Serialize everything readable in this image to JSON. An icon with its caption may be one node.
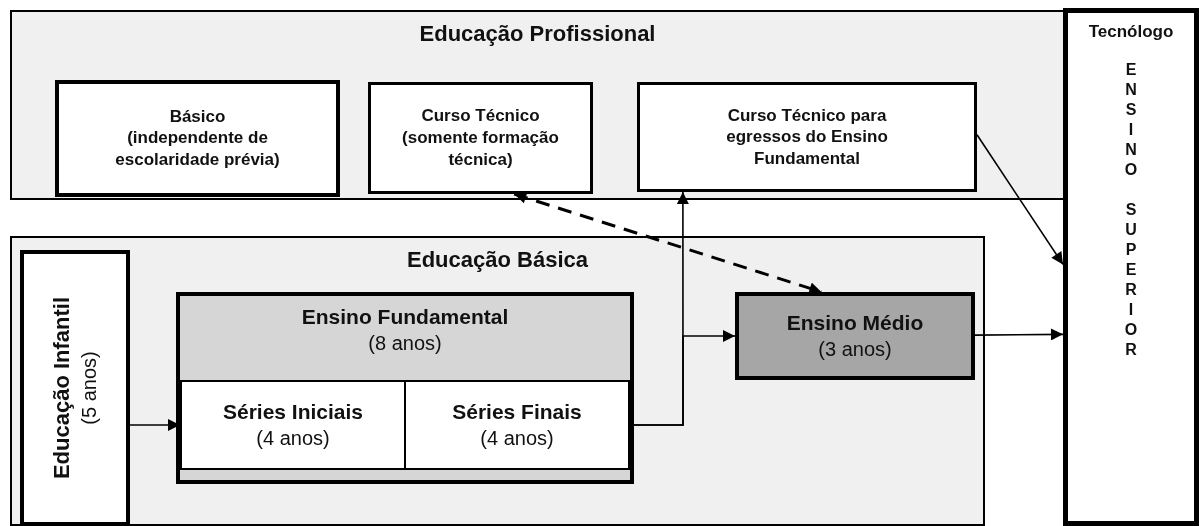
{
  "diagram": {
    "nodes": [
      {
        "text": [
          "Educação Profissional"
        ]
      },
      {
        "text": [
          "Básico",
          "(independente de escolaridade prévia)"
        ],
        "in": 0
      },
      {
        "text": [
          "Curso Técnico",
          "(somente formação técnica)"
        ],
        "in": 0
      },
      {
        "text": [
          "Curso Técnico para egressos do Ensino Fundamental"
        ],
        "in": 0
      },
      {
        "text": [
          "Tecnólogo",
          "ENSINO SUPERIOR"
        ]
      },
      {
        "text": [
          "Educação Básica"
        ]
      },
      {
        "text": [
          "Educação Infantil",
          "(5 anos)"
        ],
        "in": 5
      },
      {
        "text": [
          "Ensino Fundamental",
          "(8 anos)"
        ],
        "in": 5
      },
      {
        "text": [
          "Séries Iniciais",
          "(4 anos)"
        ],
        "in": 7
      },
      {
        "text": [
          "Séries Finais",
          "(4 anos)"
        ],
        "in": 7
      },
      {
        "text": [
          "Ensino Médio",
          "(3 anos)"
        ],
        "in": 5
      }
    ],
    "edges": [
      {
        "from": 6,
        "to": 8,
        "arrow": "to"
      },
      {
        "from": 9,
        "to": 10,
        "arrow": "to"
      },
      {
        "from": 9,
        "to": 3,
        "arrow": "to"
      },
      {
        "from": 2,
        "to": 10,
        "arrow": "both",
        "style": "dashed"
      },
      {
        "from": 3,
        "to": 4,
        "arrow": "to"
      },
      {
        "from": 10,
        "to": 4,
        "arrow": "to"
      }
    ]
  }
}
